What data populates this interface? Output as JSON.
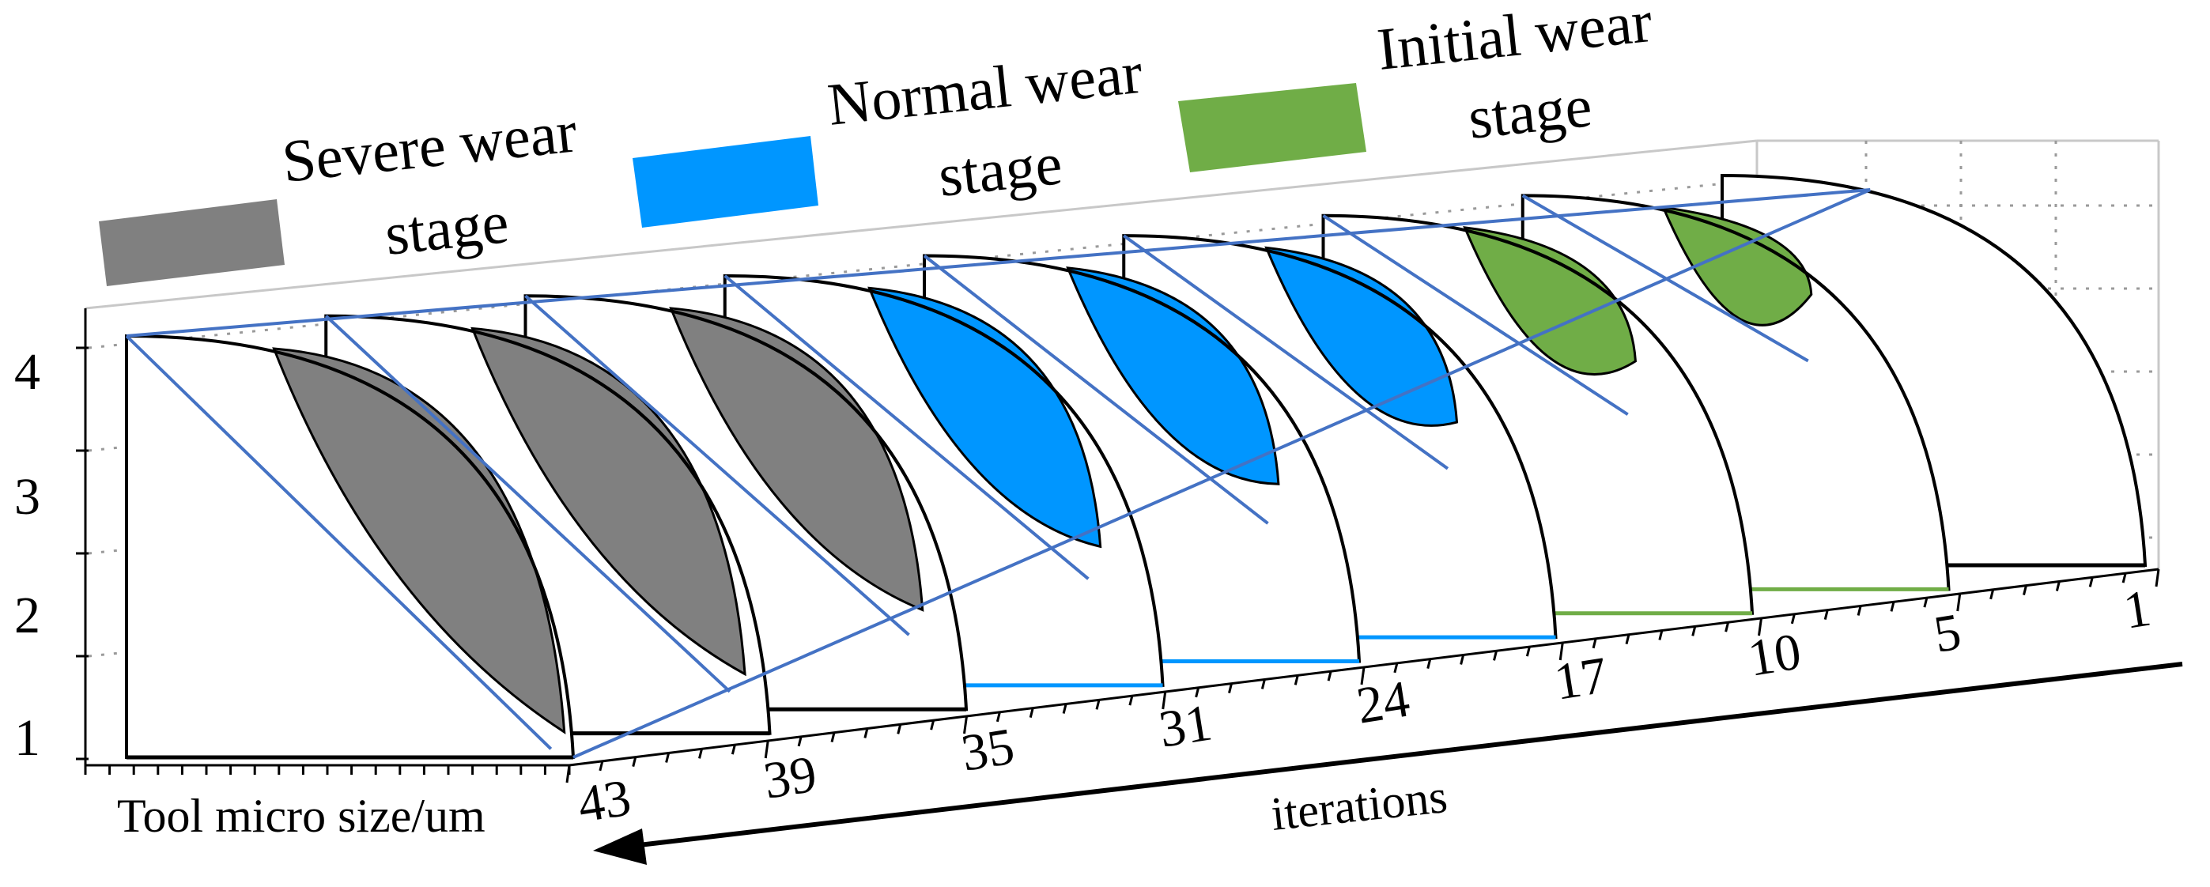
{
  "legend": [
    {
      "id": "severe",
      "line1": "Severe wear",
      "line2": "stage",
      "color": "#808080"
    },
    {
      "id": "normal",
      "line1": "Normal wear",
      "line2": "stage",
      "color": "#0096ff"
    },
    {
      "id": "initial",
      "line1": "Initial wear",
      "line2": "stage",
      "color": "#70ad47"
    }
  ],
  "y_axis": {
    "title": "Tool micro size/um",
    "ticks": [
      "1",
      "2",
      "3",
      "4"
    ]
  },
  "x_axis": {
    "title": "iterations",
    "ticks": [
      "43",
      "39",
      "35",
      "31",
      "24",
      "17",
      "10",
      "5",
      "1"
    ]
  },
  "colors": {
    "guide": "#4472c4",
    "outline": "#000000",
    "grid": "#9a9a9a",
    "frame": "#c8c8c8"
  },
  "slices": [
    {
      "iteration": "43",
      "stage": "severe",
      "wear": 1.0
    },
    {
      "iteration": "39",
      "stage": "severe",
      "wear": 0.9
    },
    {
      "iteration": "35",
      "stage": "severe",
      "wear": 0.78
    },
    {
      "iteration": "31",
      "stage": "normal",
      "wear": 0.66
    },
    {
      "iteration": "24",
      "stage": "normal",
      "wear": 0.54
    },
    {
      "iteration": "17",
      "stage": "normal",
      "wear": 0.42
    },
    {
      "iteration": "10",
      "stage": "initial",
      "wear": 0.3
    },
    {
      "iteration": "5",
      "stage": "initial",
      "wear": 0.16
    },
    {
      "iteration": "1",
      "stage": "none",
      "wear": 0
    }
  ]
}
